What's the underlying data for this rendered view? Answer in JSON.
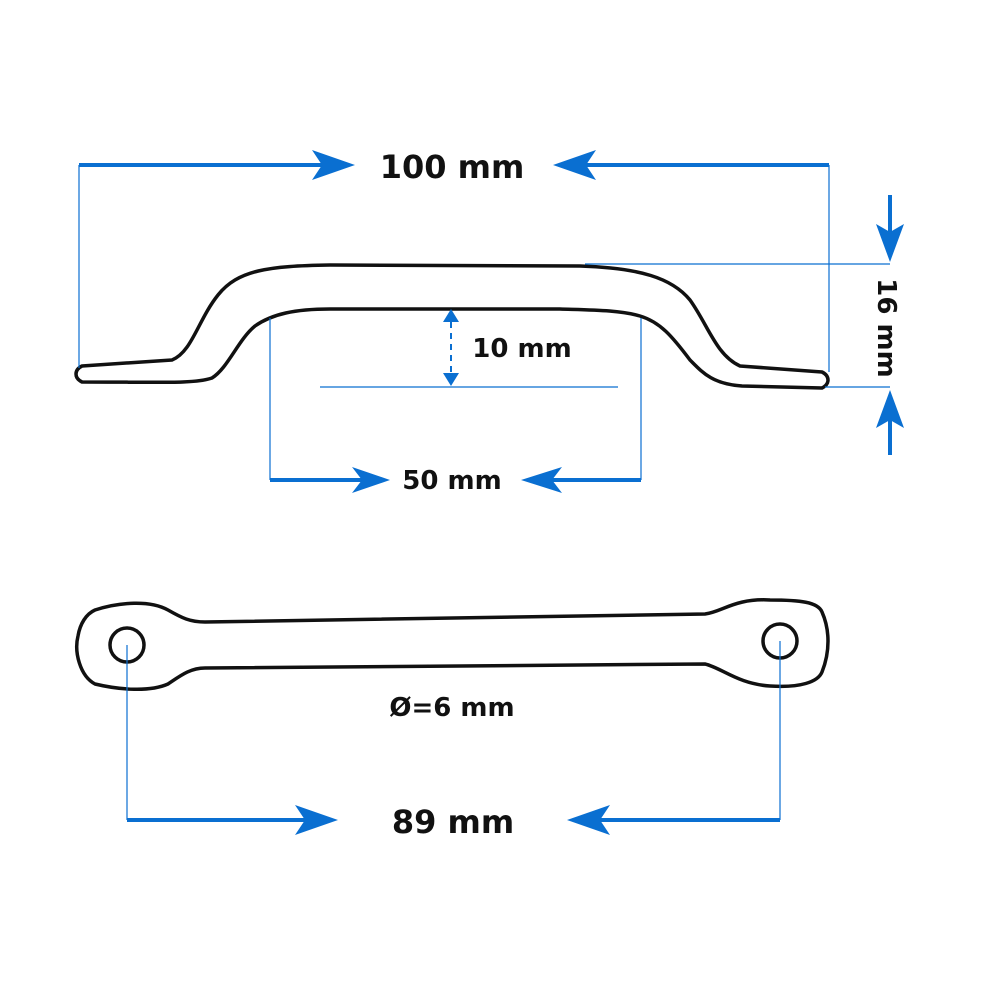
{
  "dimensions": {
    "overall_length": "100 mm",
    "height": "16 mm",
    "inner_depth": "10 mm",
    "inner_span": "50 mm",
    "hole_diameter": "Ø=6 mm",
    "hole_spacing": "89 mm"
  },
  "colors": {
    "dimension": "#0a6fd1",
    "outline": "#111111",
    "background": "#ffffff"
  }
}
